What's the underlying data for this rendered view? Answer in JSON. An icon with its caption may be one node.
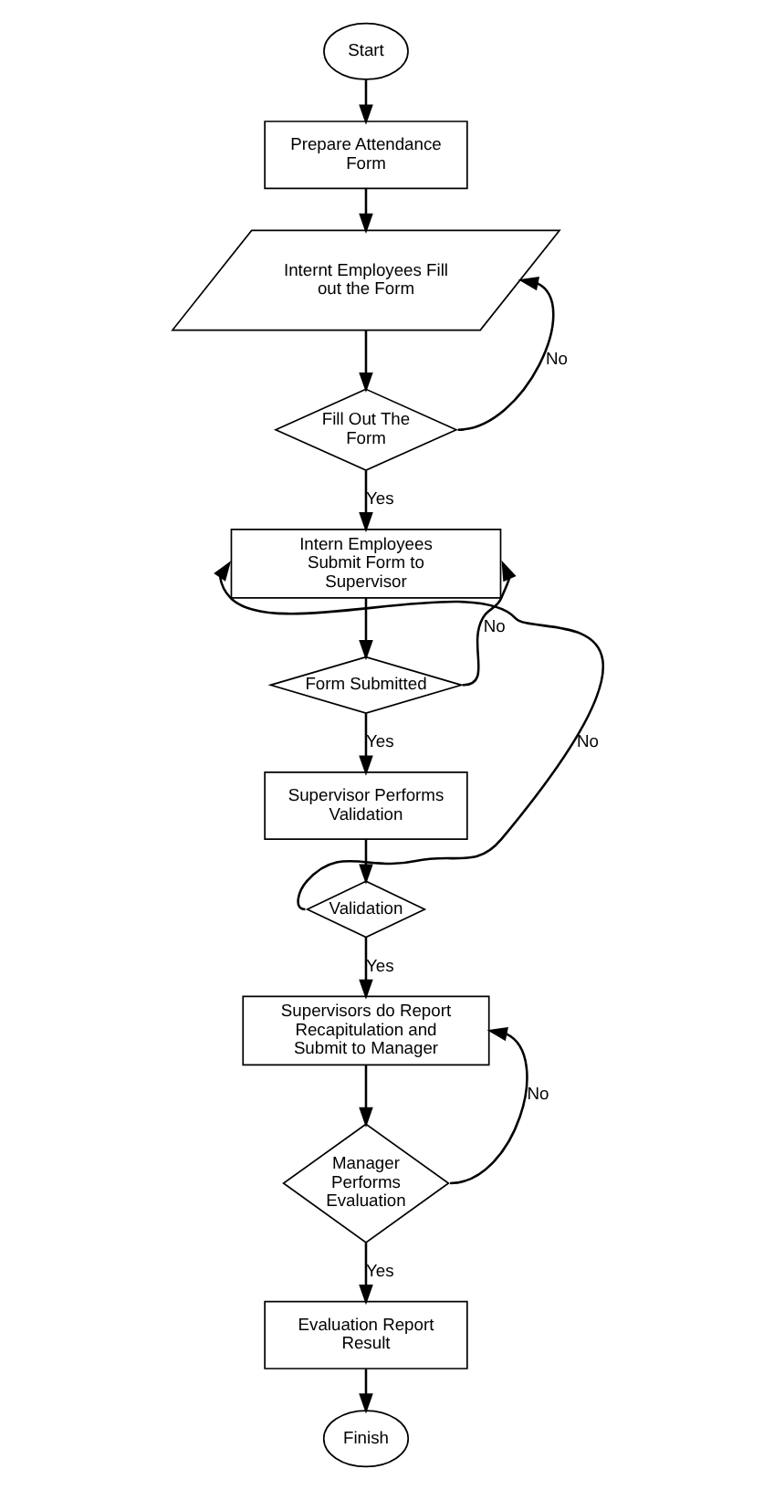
{
  "diagram": {
    "nodes": [
      {
        "text": [
          "Start"
        ]
      },
      {
        "text": [
          "Prepare Attendance Form"
        ]
      },
      {
        "text": [
          "Internt Employees Fill out the Form"
        ]
      },
      {
        "text": [
          "Fill Out The Form"
        ]
      },
      {
        "text": [
          "Intern Employees Submit Form to Supervisor"
        ]
      },
      {
        "text": [
          "Form Submitted"
        ]
      },
      {
        "text": [
          "Supervisor Performs Validation"
        ]
      },
      {
        "text": [
          "Validation"
        ]
      },
      {
        "text": [
          "Supervisors do Report Recapitulation and Submit to Manager"
        ]
      },
      {
        "text": [
          "Manager Performs Evaluation"
        ]
      },
      {
        "text": [
          "Evaluation Report Result"
        ]
      },
      {
        "text": [
          "Finish"
        ]
      }
    ],
    "edges": [
      {
        "from": 0,
        "to": 1,
        "arrow": "to"
      },
      {
        "from": 1,
        "to": 2,
        "arrow": "to"
      },
      {
        "from": 2,
        "to": 3,
        "arrow": "to"
      },
      {
        "from": 3,
        "to": 2,
        "arrow": "to",
        "label": "No"
      },
      {
        "from": 3,
        "to": 4,
        "arrow": "to",
        "label": "Yes"
      },
      {
        "from": 4,
        "to": 5,
        "arrow": "to"
      },
      {
        "from": 5,
        "to": 4,
        "arrow": "to",
        "label": "No"
      },
      {
        "from": 5,
        "to": 6,
        "arrow": "to",
        "label": "Yes"
      },
      {
        "from": 6,
        "to": 7,
        "arrow": "to"
      },
      {
        "from": 7,
        "to": 4,
        "arrow": "to",
        "label": "No"
      },
      {
        "from": 7,
        "to": 8,
        "arrow": "to",
        "label": "Yes"
      },
      {
        "from": 8,
        "to": 9,
        "arrow": "to"
      },
      {
        "from": 9,
        "to": 8,
        "arrow": "to",
        "label": "No"
      },
      {
        "from": 9,
        "to": 10,
        "arrow": "to",
        "label": "Yes"
      },
      {
        "from": 10,
        "to": 11,
        "arrow": "to"
      }
    ]
  }
}
